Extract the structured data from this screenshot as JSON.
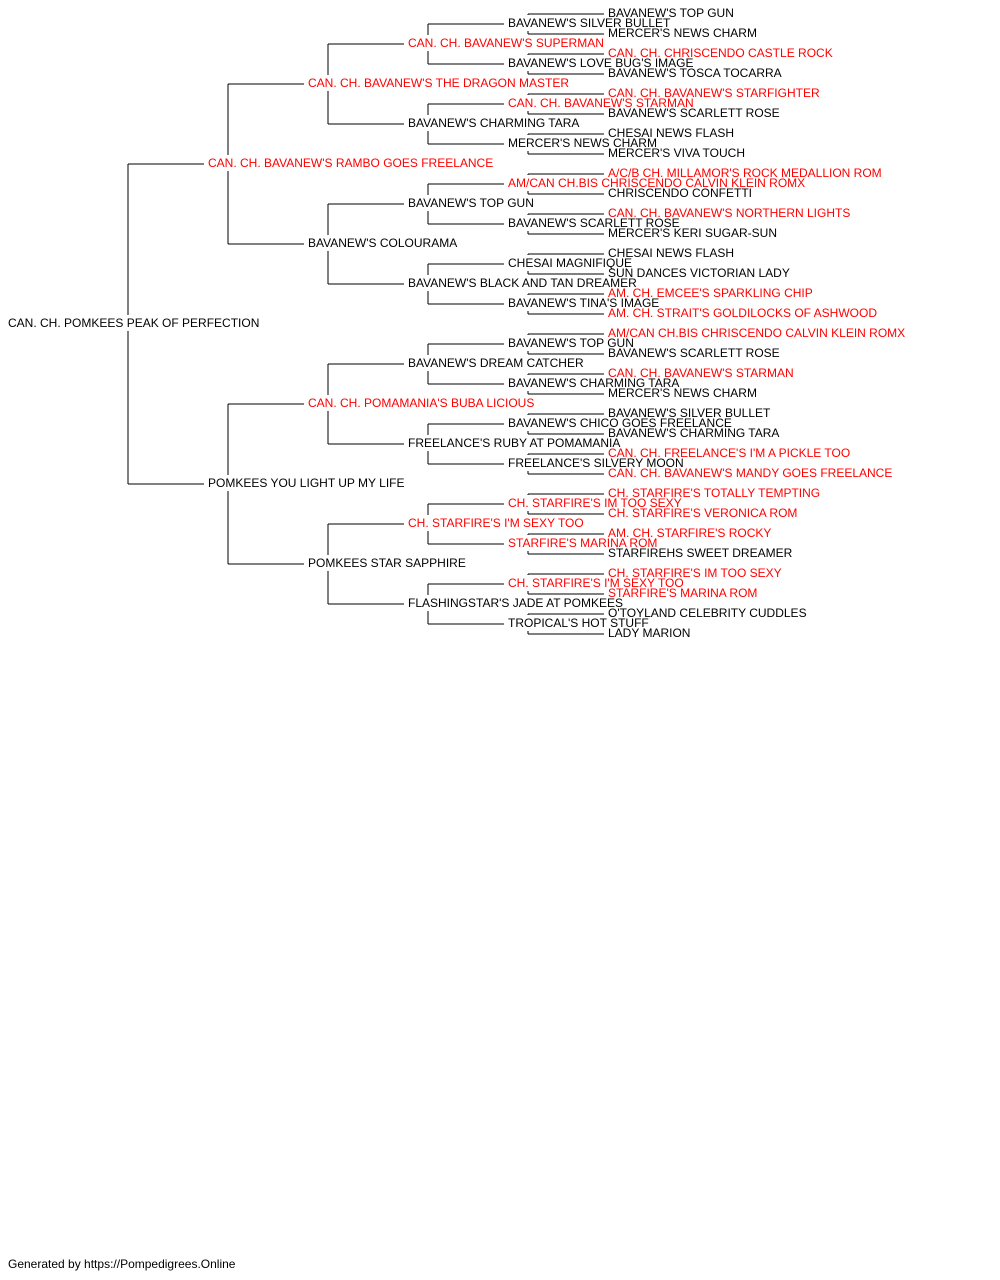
{
  "colors": {
    "champion": "#ff0000",
    "normal": "#000000",
    "line": "#000000"
  },
  "footer": "Generated by https://Pompedigrees.Online",
  "pedigree": {
    "name": "CAN. CH. POMKEES PEAK OF PERFECTION",
    "champion": false,
    "sire": {
      "name": "CAN. CH. BAVANEW'S RAMBO GOES FREELANCE",
      "champion": true,
      "sire": {
        "name": "CAN. CH. BAVANEW'S THE DRAGON MASTER",
        "champion": true,
        "sire": {
          "name": "CAN. CH. BAVANEW'S SUPERMAN",
          "champion": true,
          "sire": {
            "name": "BAVANEW'S SILVER BULLET",
            "champion": false,
            "sire": {
              "name": "BAVANEW'S TOP GUN",
              "champion": false
            },
            "dam": {
              "name": "MERCER'S NEWS CHARM",
              "champion": false
            }
          },
          "dam": {
            "name": "BAVANEW'S LOVE BUG'S IMAGE",
            "champion": false,
            "sire": {
              "name": "CAN. CH. CHRISCENDO CASTLE ROCK",
              "champion": true
            },
            "dam": {
              "name": "BAVANEW'S TOSCA TOCARRA",
              "champion": false
            }
          }
        },
        "dam": {
          "name": "BAVANEW'S CHARMING TARA",
          "champion": false,
          "sire": {
            "name": "CAN. CH. BAVANEW'S STARMAN",
            "champion": true,
            "sire": {
              "name": "CAN. CH. BAVANEW'S STARFIGHTER",
              "champion": true
            },
            "dam": {
              "name": "BAVANEW'S SCARLETT ROSE",
              "champion": false
            }
          },
          "dam": {
            "name": "MERCER'S NEWS CHARM",
            "champion": false,
            "sire": {
              "name": "CHESAI NEWS FLASH",
              "champion": false
            },
            "dam": {
              "name": "MERCER'S VIVA TOUCH",
              "champion": false
            }
          }
        }
      },
      "dam": {
        "name": "BAVANEW'S COLOURAMA",
        "champion": false,
        "sire": {
          "name": "BAVANEW'S TOP GUN",
          "champion": false,
          "sire": {
            "name": "AM/CAN CH.BIS CHRISCENDO CALVIN KLEIN ROMX",
            "champion": true,
            "sire": {
              "name": "A/C/B CH. MILLAMOR'S ROCK MEDALLION ROM",
              "champion": true
            },
            "dam": {
              "name": "CHRISCENDO CONFETTI",
              "champion": false
            }
          },
          "dam": {
            "name": "BAVANEW'S SCARLETT ROSE",
            "champion": false,
            "sire": {
              "name": "CAN. CH. BAVANEW'S NORTHERN LIGHTS",
              "champion": true
            },
            "dam": {
              "name": "MERCER'S KERI SUGAR-SUN",
              "champion": false
            }
          }
        },
        "dam": {
          "name": "BAVANEW'S BLACK AND TAN DREAMER",
          "champion": false,
          "sire": {
            "name": "CHESAI MAGNIFIQUE",
            "champion": false,
            "sire": {
              "name": "CHESAI NEWS FLASH",
              "champion": false
            },
            "dam": {
              "name": "SUN DANCES VICTORIAN LADY",
              "champion": false
            }
          },
          "dam": {
            "name": "BAVANEW'S TINA'S IMAGE",
            "champion": false,
            "sire": {
              "name": "AM. CH. EMCEE'S SPARKLING CHIP",
              "champion": true
            },
            "dam": {
              "name": "AM. CH. STRAIT'S GOLDILOCKS OF ASHWOOD",
              "champion": true
            }
          }
        }
      }
    },
    "dam": {
      "name": "POMKEES YOU LIGHT UP MY LIFE",
      "champion": false,
      "sire": {
        "name": "CAN. CH. POMAMANIA'S BUBA LICIOUS",
        "champion": true,
        "sire": {
          "name": "BAVANEW'S DREAM CATCHER",
          "champion": false,
          "sire": {
            "name": "BAVANEW'S TOP GUN",
            "champion": false,
            "sire": {
              "name": "AM/CAN CH.BIS CHRISCENDO CALVIN KLEIN ROMX",
              "champion": true
            },
            "dam": {
              "name": "BAVANEW'S SCARLETT ROSE",
              "champion": false
            }
          },
          "dam": {
            "name": "BAVANEW'S CHARMING TARA",
            "champion": false,
            "sire": {
              "name": "CAN. CH. BAVANEW'S STARMAN",
              "champion": true
            },
            "dam": {
              "name": "MERCER'S NEWS CHARM",
              "champion": false
            }
          }
        },
        "dam": {
          "name": "FREELANCE'S RUBY AT POMAMANIA",
          "champion": false,
          "sire": {
            "name": "BAVANEW'S CHICO GOES FREELANCE",
            "champion": false,
            "sire": {
              "name": "BAVANEW'S SILVER BULLET",
              "champion": false
            },
            "dam": {
              "name": "BAVANEW'S CHARMING TARA",
              "champion": false
            }
          },
          "dam": {
            "name": "FREELANCE'S SILVERY MOON",
            "champion": false,
            "sire": {
              "name": "CAN. CH. FREELANCE'S I'M A PICKLE TOO",
              "champion": true
            },
            "dam": {
              "name": "CAN. CH. BAVANEW'S MANDY GOES FREELANCE",
              "champion": true
            }
          }
        }
      },
      "dam": {
        "name": "POMKEES STAR SAPPHIRE",
        "champion": false,
        "sire": {
          "name": "CH. STARFIRE'S I'M SEXY TOO",
          "champion": true,
          "sire": {
            "name": "CH. STARFIRE'S IM TOO SEXY",
            "champion": true,
            "sire": {
              "name": "CH. STARFIRE'S TOTALLY TEMPTING",
              "champion": true
            },
            "dam": {
              "name": "CH. STARFIRE'S VERONICA ROM",
              "champion": true
            }
          },
          "dam": {
            "name": "STARFIRE'S MARINA ROM",
            "champion": true,
            "sire": {
              "name": "AM. CH. STARFIRE'S ROCKY",
              "champion": true
            },
            "dam": {
              "name": "STARFIREHS SWEET DREAMER",
              "champion": false
            }
          }
        },
        "dam": {
          "name": "FLASHINGSTAR'S JADE AT POMKEES",
          "champion": false,
          "sire": {
            "name": "CH. STARFIRE'S I'M SEXY TOO",
            "champion": true,
            "sire": {
              "name": "CH. STARFIRE'S IM TOO SEXY",
              "champion": true
            },
            "dam": {
              "name": "STARFIRE'S MARINA ROM",
              "champion": true
            }
          },
          "dam": {
            "name": "TROPICAL'S HOT STUFF",
            "champion": false,
            "sire": {
              "name": "O'TOYLAND CELEBRITY CUDDLES",
              "champion": false
            },
            "dam": {
              "name": "LADY MARION",
              "champion": false
            }
          }
        }
      }
    }
  }
}
